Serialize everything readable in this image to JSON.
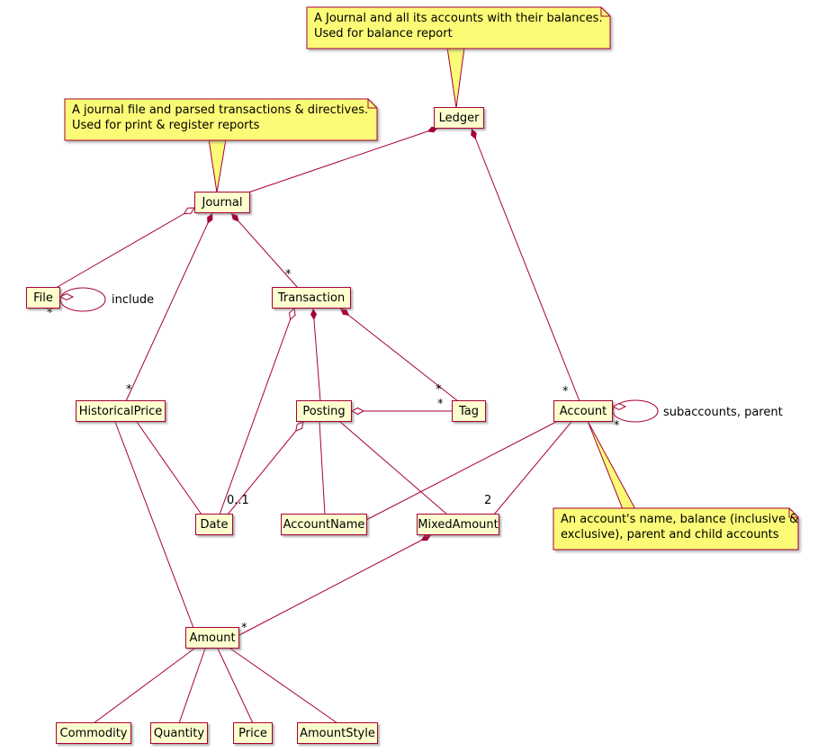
{
  "diagram": {
    "nodes": {
      "ledger": "Ledger",
      "journal": "Journal",
      "file": "File",
      "transaction": "Transaction",
      "historical_price": "HistoricalPrice",
      "posting": "Posting",
      "tag": "Tag",
      "account": "Account",
      "date": "Date",
      "account_name": "AccountName",
      "mixed_amount": "MixedAmount",
      "amount": "Amount",
      "commodity": "Commodity",
      "quantity": "Quantity",
      "price": "Price",
      "amount_style": "AmountStyle"
    },
    "notes": {
      "ledger_note": {
        "line1": "A Journal and all its accounts with their balances.",
        "line2": "Used for balance report"
      },
      "journal_note": {
        "line1": "A journal file and parsed transactions & directives.",
        "line2": "Used for print & register reports"
      },
      "account_note": {
        "line1": "An account's name, balance (inclusive &",
        "line2": "exclusive), parent and child accounts"
      }
    },
    "labels": {
      "file_include": "include",
      "file_include_mult": "*",
      "account_loop": "subaccounts, parent",
      "account_loop_mult": "*",
      "ledger_account_mult": "*",
      "journal_transaction_mult": "*",
      "journal_historical_price_mult": "*",
      "transaction_tag_mult": "*",
      "posting_tag_mult": "*",
      "posting_date_mult": "0..1",
      "account_mixed_amount_mult": "2",
      "mixed_amount_amount_mult": "*"
    },
    "colors": {
      "edge": "#A80036",
      "node_fill": "#FEFECE",
      "node_border": "#A80036",
      "note_fill": "#FBFB77",
      "note_border": "#A80036"
    }
  }
}
